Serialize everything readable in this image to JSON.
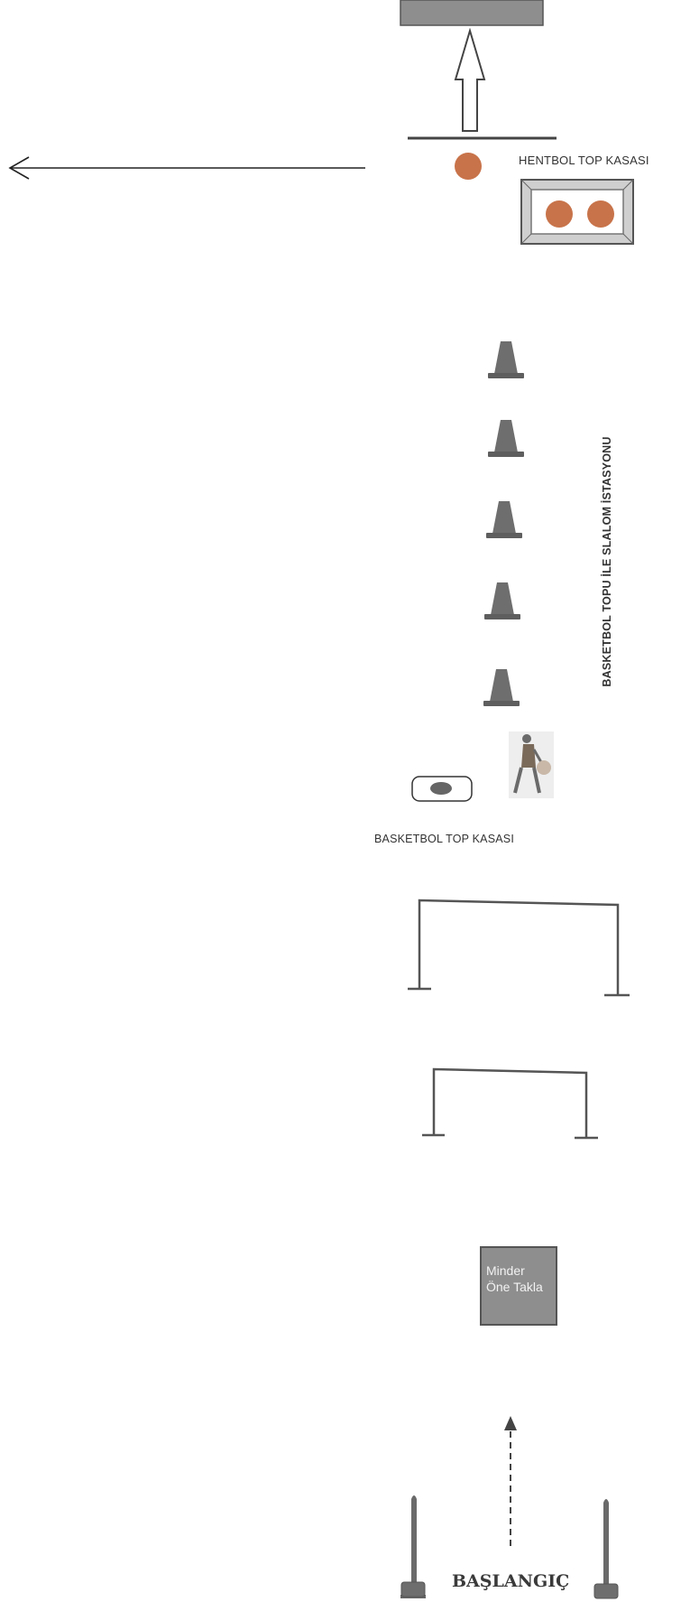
{
  "labels": {
    "hentbol_kasasi": "HENTBOL TOP KASASI",
    "slalom_istasyonu": "BASKETBOL TOPU İLE SLALOM İSTASYONU",
    "basketbol_kasasi": "BASKETBOL TOP KASASI",
    "minder_line1": "Minder",
    "minder_line2": "Öne Takla",
    "baslangic": "BAŞLANGIÇ"
  },
  "colors": {
    "ball": "#c8734a",
    "cone": "#6e6e6e",
    "frame": "#555555",
    "box": "#8e8e8e"
  },
  "icons": [
    "left-arrow-icon",
    "up-arrow-icon",
    "cone-icon",
    "basketball-player-icon",
    "basketball-icon",
    "pole-icon"
  ]
}
